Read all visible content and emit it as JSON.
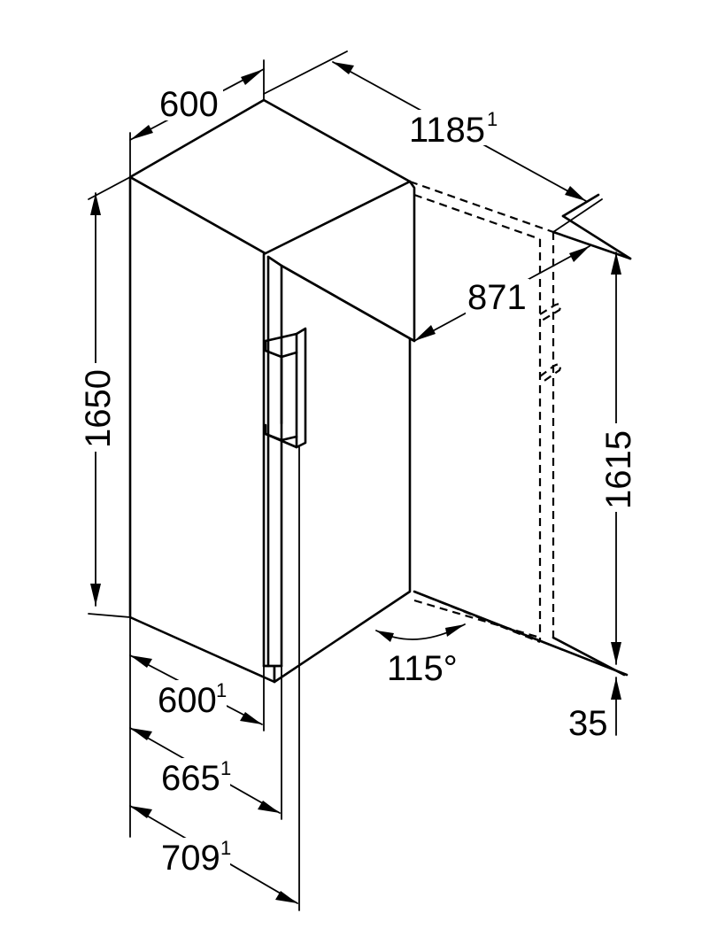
{
  "dimensions": {
    "width_top": "600",
    "total_depth_open": "1185",
    "total_depth_open_note": "1",
    "height": "1650",
    "door_clearance": "871",
    "niche_height": "1615",
    "floor_offset": "35",
    "opening_angle": "115°",
    "depth_body": "600",
    "depth_body_note": "1",
    "depth_with_door": "665",
    "depth_with_door_note": "1",
    "depth_with_handle": "709",
    "depth_with_handle_note": "1"
  }
}
